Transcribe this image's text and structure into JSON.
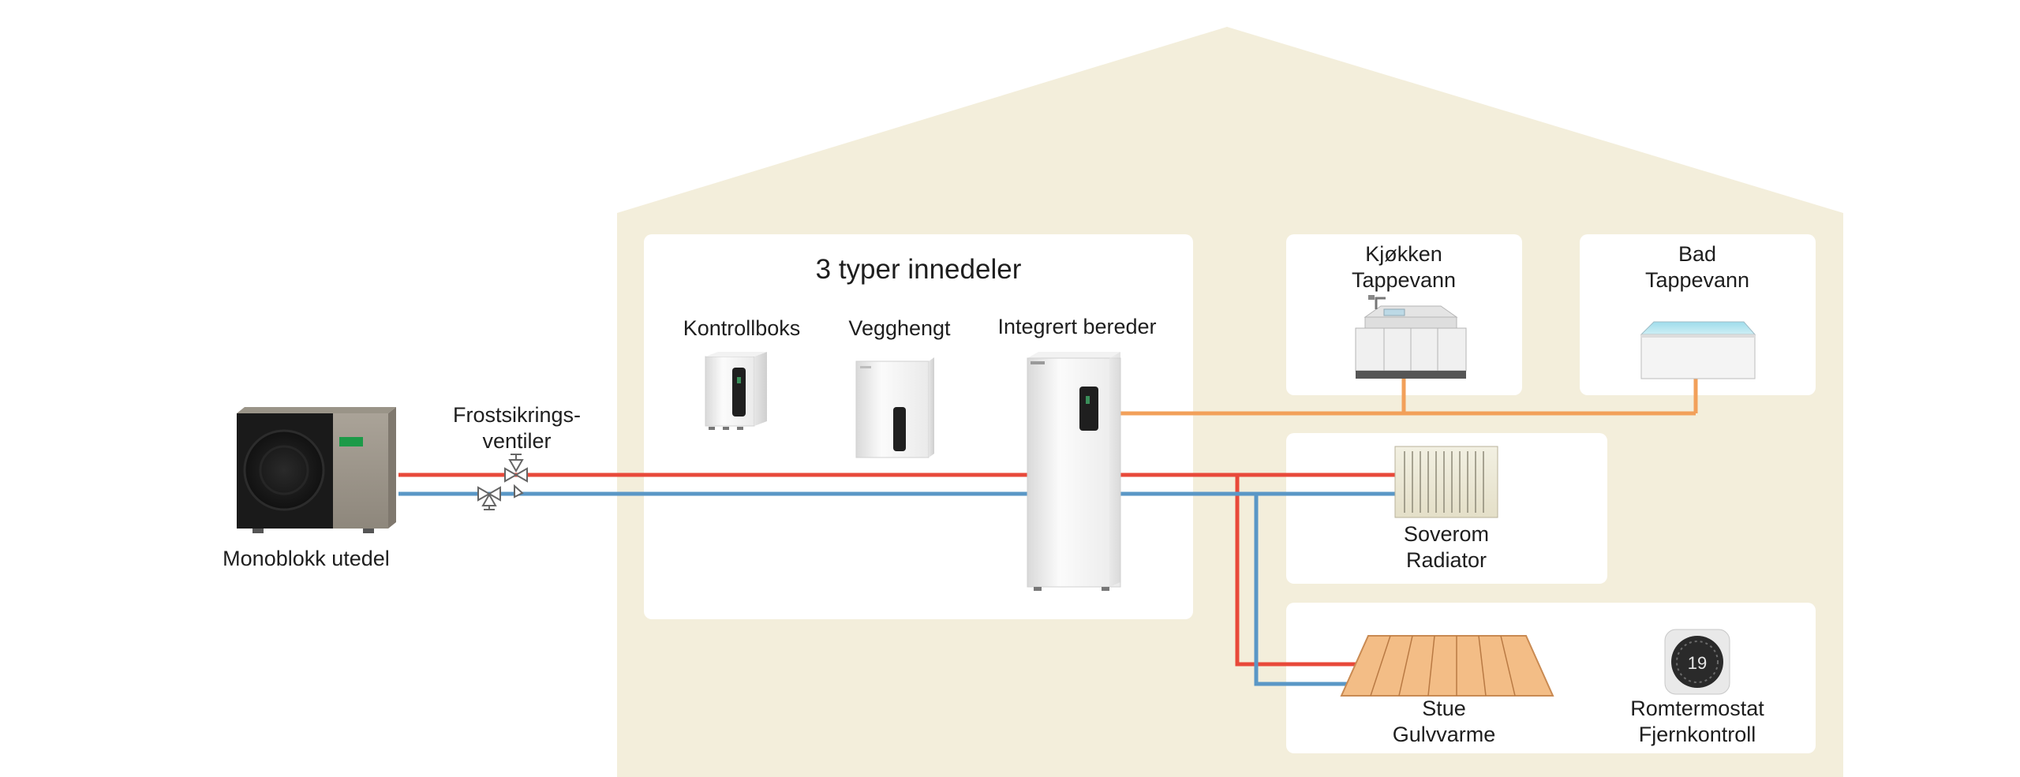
{
  "colors": {
    "house": "#f3eedb",
    "panel": "#ffffff",
    "supply_pipe": "#e8493a",
    "return_pipe": "#5a97c6",
    "hot_water_pipe": "#f2a05a",
    "floor_wood": "#f3bd86"
  },
  "outdoor_unit": {
    "label": "Monoblokk utedel",
    "icon": "heat-pump-icon"
  },
  "valves": {
    "label": "Frostsikrings-\nventiler",
    "icon": "valve-icon"
  },
  "indoor_units": {
    "title": "3 typer innedeler",
    "items": [
      {
        "label": "Kontrollboks",
        "icon": "control-box-icon"
      },
      {
        "label": "Vegghengt",
        "icon": "wall-unit-icon"
      },
      {
        "label": "Integrert bereder",
        "icon": "tank-unit-icon"
      }
    ]
  },
  "rooms": {
    "kitchen": {
      "label": "Kjøkken\nTappevann",
      "icon": "kitchen-icon"
    },
    "bath": {
      "label": "Bad\nTappevann",
      "icon": "bathtub-icon"
    },
    "bedroom": {
      "label": "Soverom\nRadiator",
      "icon": "radiator-icon"
    },
    "living": {
      "label": "Stue\nGulvvarme",
      "icon": "floor-heating-icon"
    },
    "thermostat": {
      "label": "Romtermostat\nFjernkontroll",
      "icon": "thermostat-icon",
      "display_value": "19"
    }
  }
}
